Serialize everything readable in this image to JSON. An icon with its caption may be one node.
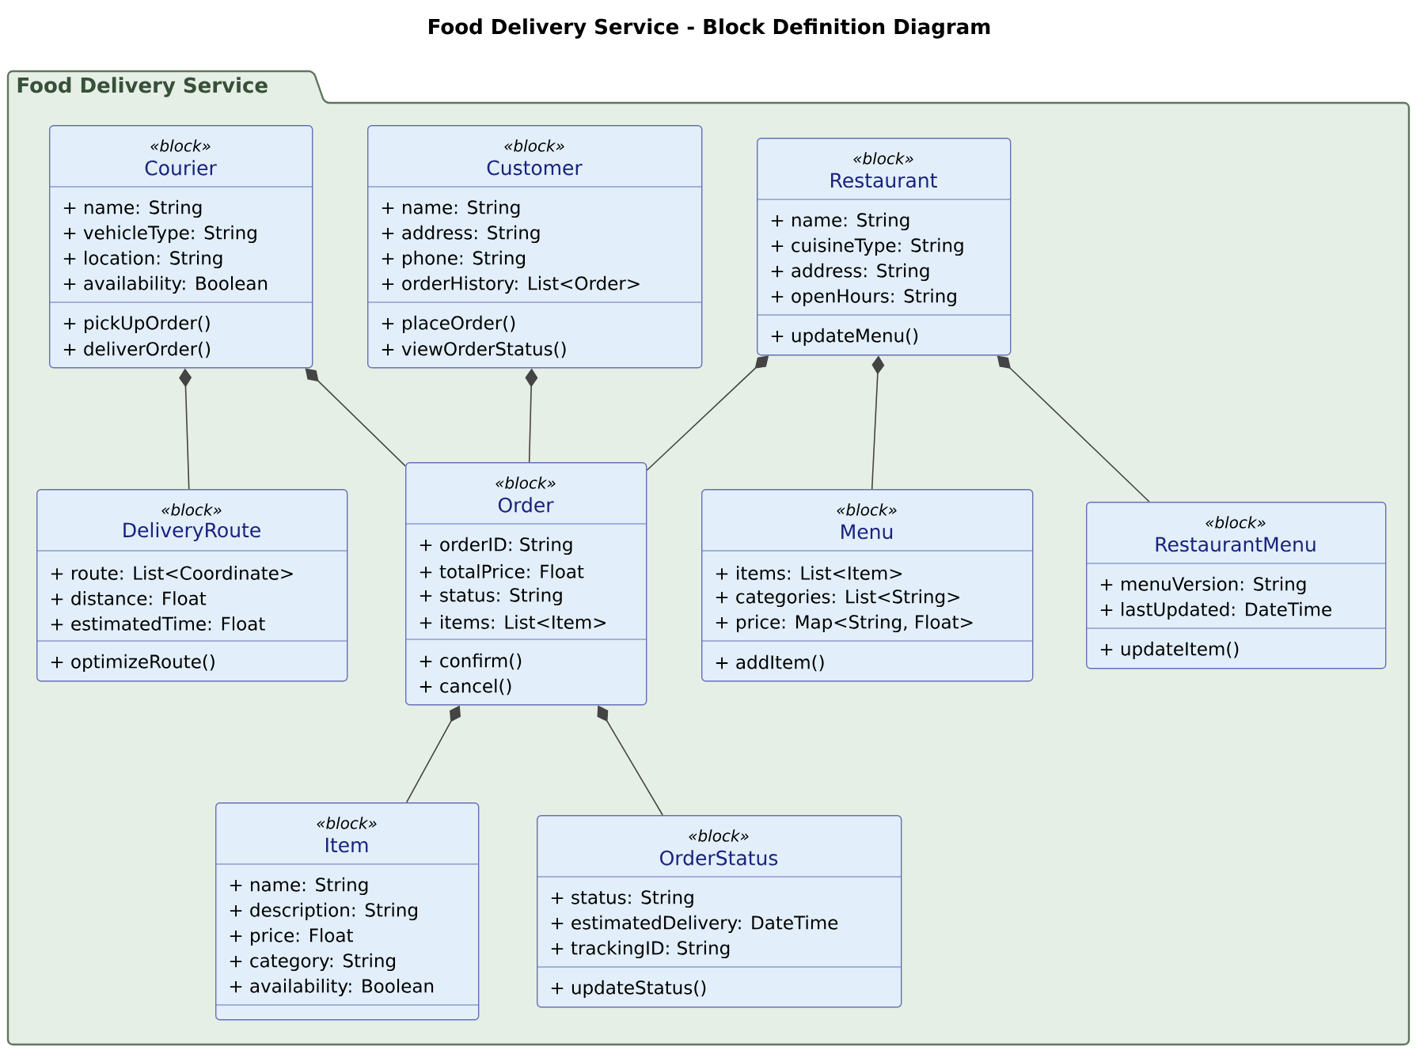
{
  "diagram": {
    "title": "Food Delivery Service - Block Definition Diagram",
    "nodes": [
      {
        "text": [
          "Food Delivery Service"
        ]
      },
      {
        "text": [
          "«block»",
          "Courier",
          "+ name: String",
          "+ vehicleType: String",
          "+ location: String",
          "+ availability: Boolean",
          "+ pickUpOrder()",
          "+ deliverOrder()"
        ],
        "in": 0
      },
      {
        "text": [
          "«block»",
          "Customer",
          "+ name: String",
          "+ address: String",
          "+ phone: String",
          "+ orderHistory: List<Order>",
          "+ placeOrder()",
          "+ viewOrderStatus()"
        ],
        "in": 0
      },
      {
        "text": [
          "«block»",
          "Restaurant",
          "+ name: String",
          "+ cuisineType: String",
          "+ address: String",
          "+ openHours: String",
          "+ updateMenu()"
        ],
        "in": 0
      },
      {
        "text": [
          "«block»",
          "DeliveryRoute",
          "+ route: List<Coordinate>",
          "+ distance: Float",
          "+ estimatedTime: Float",
          "+ optimizeRoute()"
        ],
        "in": 0
      },
      {
        "text": [
          "«block»",
          "Order",
          "+ orderID: String",
          "+ totalPrice: Float",
          "+ status: String",
          "+ items: List<Item>",
          "+ confirm()",
          "+ cancel()"
        ],
        "in": 0
      },
      {
        "text": [
          "«block»",
          "Menu",
          "+ items: List<Item>",
          "+ categories: List<String>",
          "+ price: Map<String, Float>",
          "+ addItem()"
        ],
        "in": 0
      },
      {
        "text": [
          "«block»",
          "RestaurantMenu",
          "+ menuVersion: String",
          "+ lastUpdated: DateTime",
          "+ updateItem()"
        ],
        "in": 0
      },
      {
        "text": [
          "«block»",
          "Item",
          "+ name: String",
          "+ description: String",
          "+ price: Float",
          "+ category: String",
          "+ availability: Boolean"
        ],
        "in": 0
      },
      {
        "text": [
          "«block»",
          "OrderStatus",
          "+ status: String",
          "+ estimatedDelivery: DateTime",
          "+ trackingID: String",
          "+ updateStatus()"
        ],
        "in": 0
      }
    ],
    "edges": [
      {
        "from": 1,
        "to": 4,
        "arrow": "other"
      },
      {
        "from": 1,
        "to": 5,
        "arrow": "other"
      },
      {
        "from": 2,
        "to": 5,
        "arrow": "other"
      },
      {
        "from": 3,
        "to": 5,
        "arrow": "other"
      },
      {
        "from": 3,
        "to": 6,
        "arrow": "other"
      },
      {
        "from": 3,
        "to": 7,
        "arrow": "other"
      },
      {
        "from": 5,
        "to": 8,
        "arrow": "other"
      },
      {
        "from": 5,
        "to": 9,
        "arrow": "other"
      }
    ]
  }
}
